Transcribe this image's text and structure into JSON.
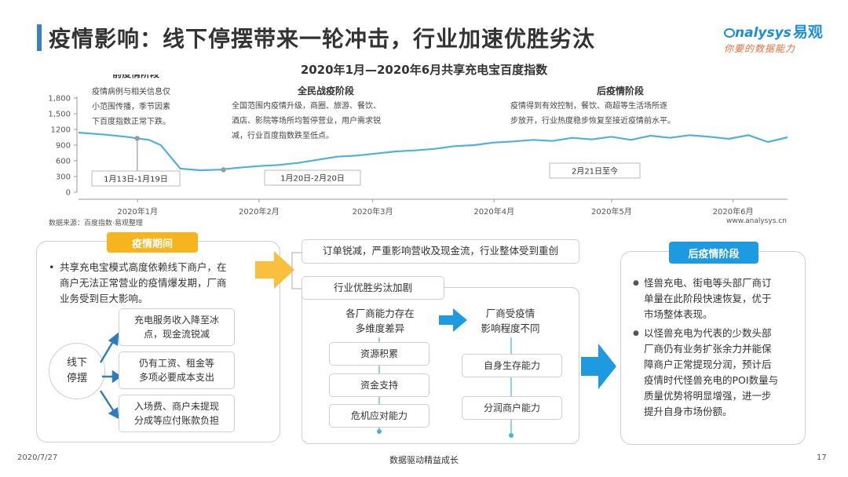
{
  "header": {
    "title": "疫情影响：线下停摆带来一轮冲击，行业加速优胜劣汰",
    "logo_text_en": "nalysys",
    "logo_text_cn": "易观",
    "logo_slogan": "你要的数据能力",
    "accent_color": "#3b7fc4"
  },
  "chart_data": {
    "type": "line",
    "title": "2020年1月—2020年6月共享充电宝百度指数",
    "xlabel": "",
    "ylabel": "",
    "ylim": [
      0,
      1800
    ],
    "yticks": [
      "0",
      "300",
      "600",
      "900",
      "1200",
      "1,500",
      "1,800"
    ],
    "x_tick_labels": [
      "2020年1月",
      "2020年2月",
      "2020年3月",
      "2020年4月",
      "2020年5月",
      "2020年6月"
    ],
    "grid": false,
    "line_color": "#4fb0d8",
    "x": [
      "01-01",
      "01-08",
      "01-13",
      "01-16",
      "01-19",
      "01-22",
      "01-27",
      "02-01",
      "02-06",
      "02-11",
      "02-16",
      "02-21",
      "02-26",
      "03-02",
      "03-07",
      "03-12",
      "03-17",
      "03-22",
      "03-27",
      "04-01",
      "04-06",
      "04-11",
      "04-16",
      "04-21",
      "04-26",
      "05-01",
      "05-06",
      "05-11",
      "05-16",
      "05-21",
      "05-26",
      "05-31",
      "06-05",
      "06-10",
      "06-15",
      "06-20",
      "06-25",
      "06-30"
    ],
    "values": [
      1140,
      1100,
      1060,
      1030,
      1000,
      900,
      450,
      420,
      430,
      470,
      500,
      520,
      560,
      620,
      680,
      700,
      740,
      780,
      800,
      830,
      880,
      900,
      950,
      970,
      1000,
      980,
      1040,
      1010,
      1060,
      1000,
      1080,
      1040,
      1090,
      1060,
      1020,
      1090,
      960,
      1050
    ],
    "phases": [
      {
        "title": "前疫情阶段",
        "desc": [
          "疫情病例与相关信息仅",
          "小范围传播，季节因素",
          "下百度指数正常下跌。"
        ],
        "period": "1月13日-1月19日"
      },
      {
        "title": "全民战疫阶段",
        "desc": [
          "全国范围内疫情升级，商圈、旅游、餐饮、",
          "酒店、影院等场所均暂停营业，用户需求锐",
          "减，行业百度指数跌至低点。"
        ],
        "period": "1月20日-2月20日"
      },
      {
        "title": "后疫情阶段",
        "desc": [
          "疫情得到有效控制，餐饮、商超等生活场所逐",
          "步放开，行业热度稳步恢复至接近疫情前水平。"
        ],
        "period": "2月21日至今"
      }
    ]
  },
  "source_note": "数据来源：百度指数·易观整理",
  "website": "www.analysys.cn",
  "epidemic_panel": {
    "tag": "疫情期间",
    "bullet": "•",
    "intro": [
      "共享充电宝模式高度依赖线下商户，在",
      "商户无法正常营业的疫情爆发期，厂商",
      "业务受到巨大影响。"
    ],
    "center_label": [
      "线下",
      "停摆"
    ],
    "impacts": [
      [
        "充电服务收入降至冰",
        "点，现金流锐减"
      ],
      [
        "仍有工资、租金等",
        "多项必要成本支出"
      ],
      [
        "入场费、商户未提现",
        "分成等应付账款负担"
      ]
    ],
    "arrow_color": "#f6b51e"
  },
  "industry_panel": {
    "top_item": "订单锐减，严重影响营收及现金流，行业整体受到重创",
    "second_item": "行业优胜劣汰加剧",
    "left_heading": [
      "各厂商能力存在",
      "多维度差异"
    ],
    "right_heading": [
      "厂商受疫情",
      "影响程度不同"
    ],
    "left_items": [
      "资源积累",
      "资金支持",
      "危机应对能力"
    ],
    "right_items": [
      "自身生存能力",
      "分润商户能力"
    ],
    "arrow_color": "#1d9ae0"
  },
  "post_panel": {
    "tag": "后疫情阶段",
    "bullets": [
      [
        "怪兽充电、街电等头部厂商订",
        "单量在此阶段快速恢复，优于",
        "市场整体表现。"
      ],
      [
        "以怪兽充电为代表的少数头部",
        "厂商仍有业务扩张余力并能保",
        "障商户正常提现分润，预计后",
        "疫情时代怪兽充电的POI数量与",
        "质量优势将明显增强，进一步",
        "提升自身市场份额。"
      ]
    ],
    "bullet_mark": "●"
  },
  "footer": {
    "date": "2020/7/27",
    "center": "数据驱动精益成长",
    "page": "17"
  }
}
